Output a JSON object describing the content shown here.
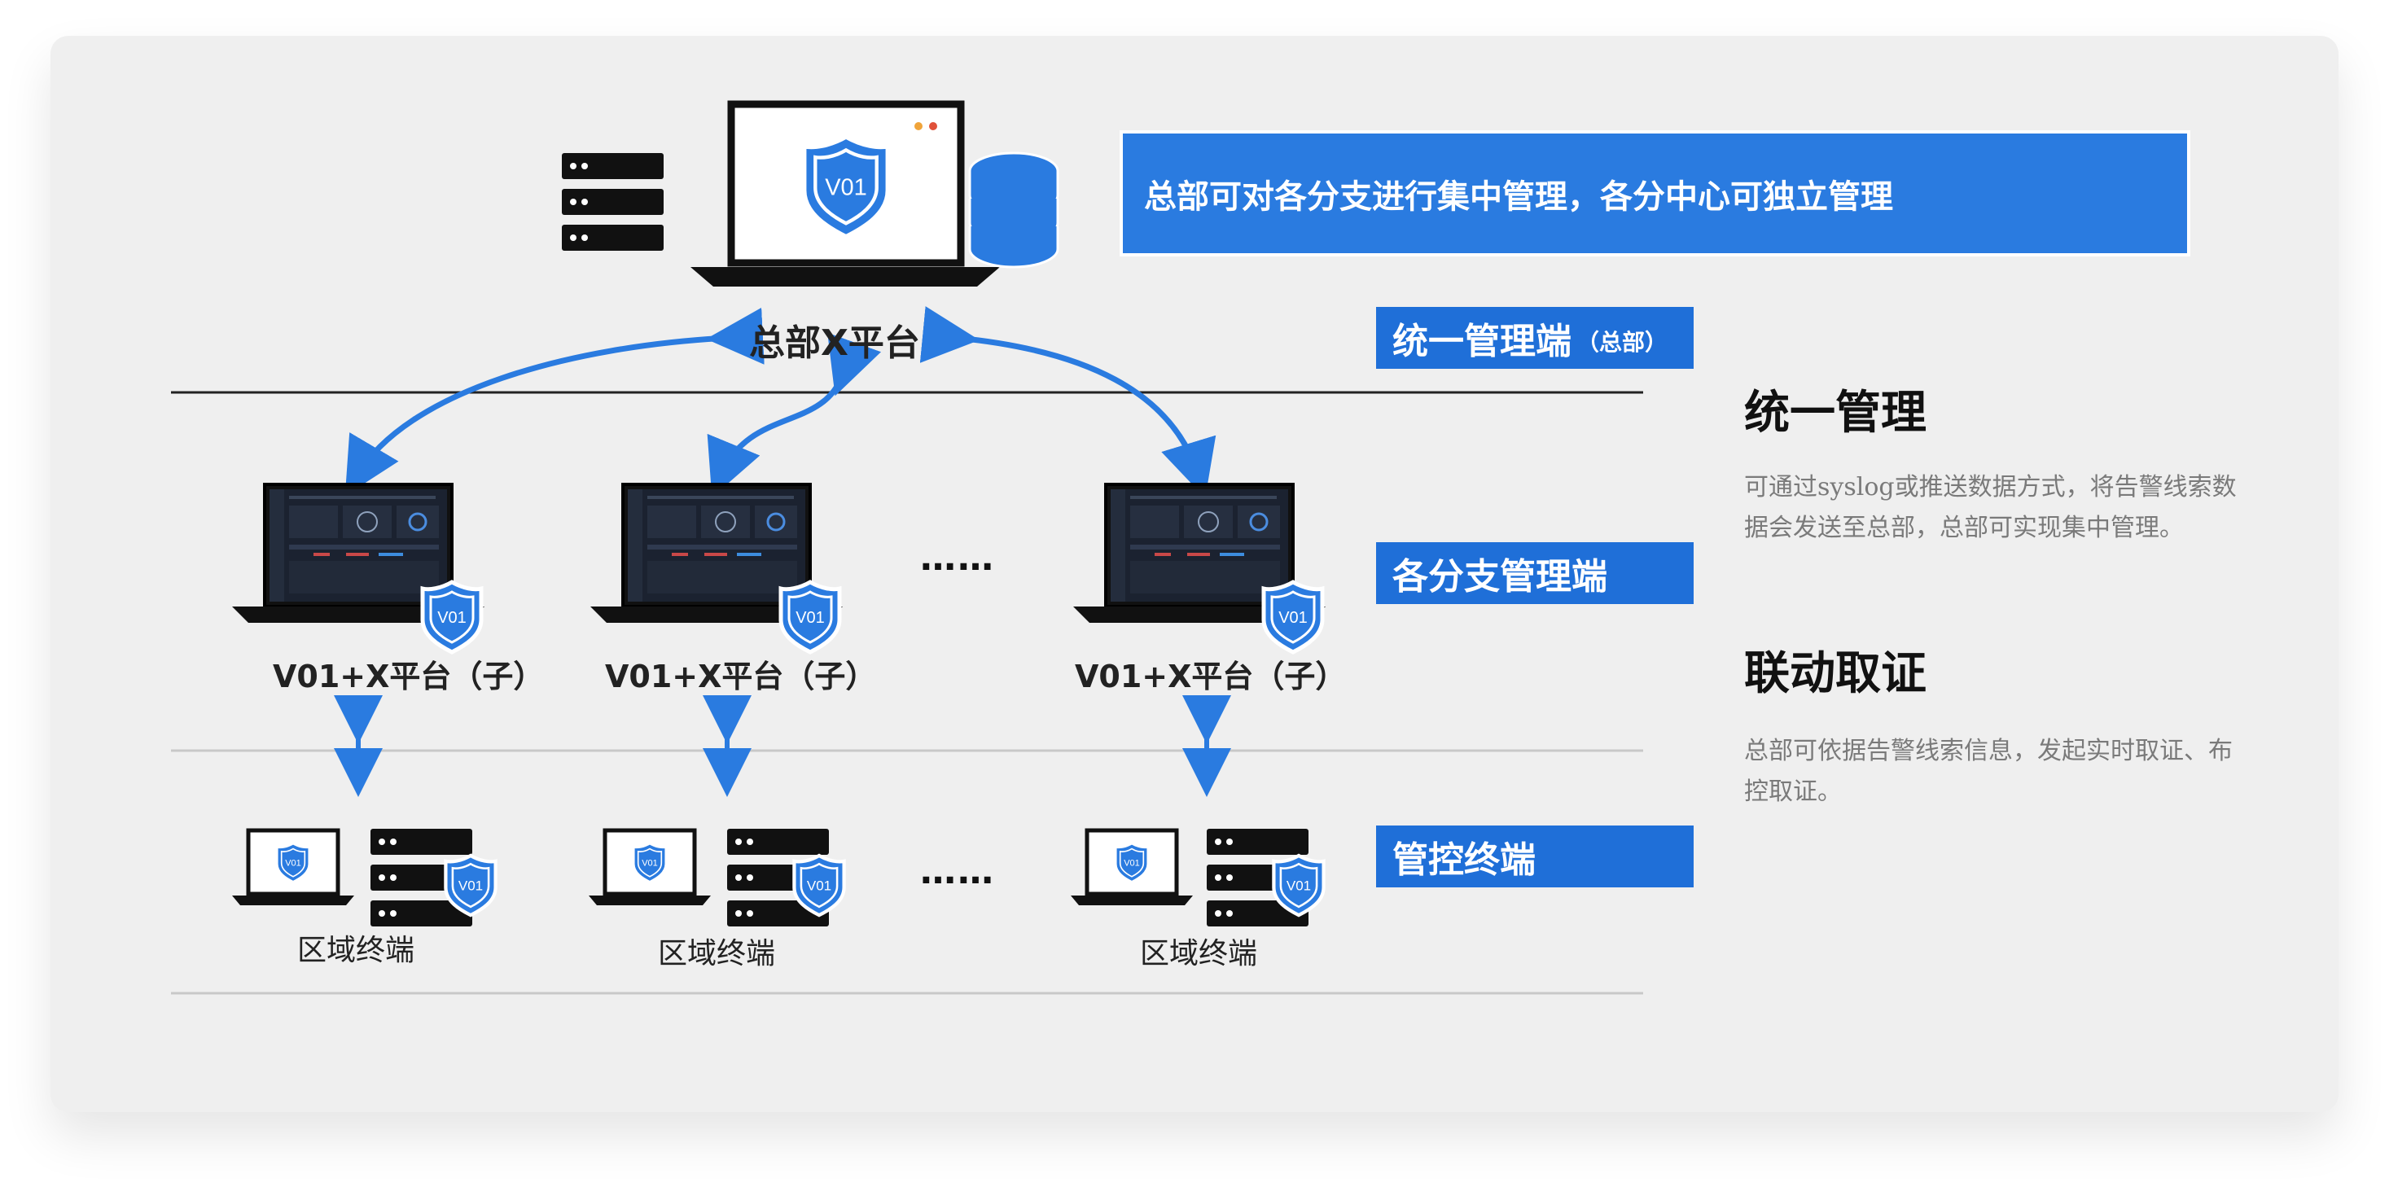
{
  "banner": {
    "text": "总部可对各分支进行集中管理，各分中心可独立管理"
  },
  "hq": {
    "label": "总部X平台",
    "shield_text": "V01"
  },
  "tags": {
    "unified": "统一管理端",
    "unified_sub": "（总部）",
    "branch": "各分支管理端",
    "terminal": "管控终端"
  },
  "branches": [
    {
      "label": "V01+X平台（子）"
    },
    {
      "label": "V01+X平台（子）"
    },
    {
      "label": "V01+X平台（子）"
    }
  ],
  "terminals": [
    {
      "label": "区域终端"
    },
    {
      "label": "区域终端"
    },
    {
      "label": "区域终端"
    }
  ],
  "ellipsis": "……",
  "side": {
    "title1": "统一管理",
    "desc1": "可通过syslog或推送数据方式，将告警线索数据会发送至总部，总部可实现集中管理。",
    "title2": "联动取证",
    "desc2": "总部可依据告警线索信息，发起实时取证、布控取证。"
  },
  "colors": {
    "accent": "#1f6fd8",
    "banner": "#2a7be0",
    "arrow": "#2a7be0",
    "card": "#efefef"
  },
  "icons": [
    "server-rack-icon",
    "laptop-icon",
    "shield-icon",
    "database-icon",
    "dashboard-screen-icon"
  ]
}
